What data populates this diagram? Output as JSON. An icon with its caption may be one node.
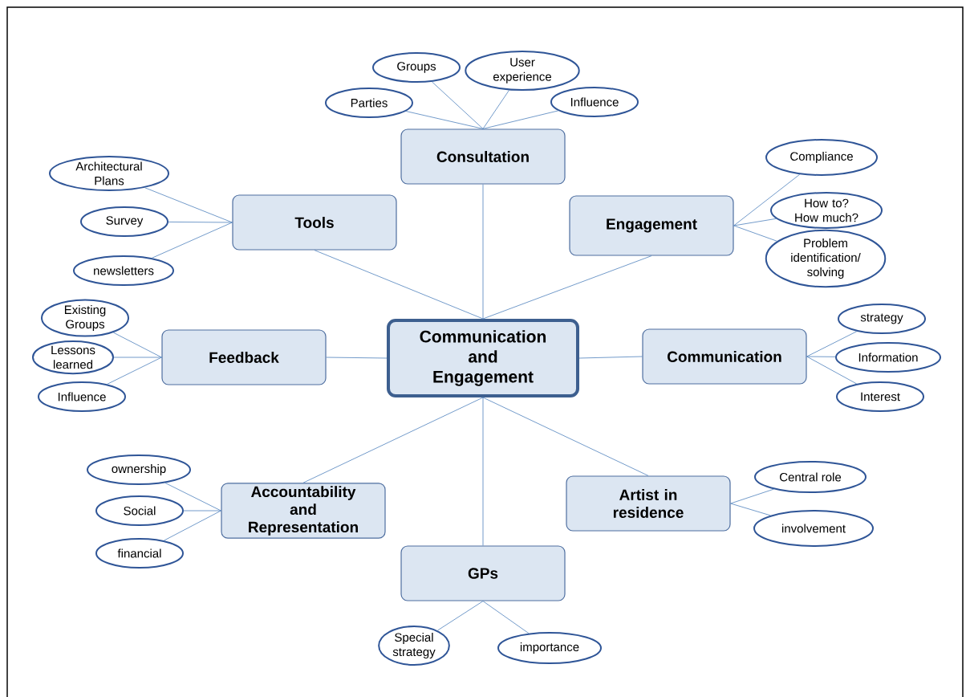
{
  "diagram": {
    "nodes": [
      {
        "text": [
          "Communication and Engagement"
        ]
      },
      {
        "text": [
          "Consultation"
        ]
      },
      {
        "text": [
          "Tools"
        ]
      },
      {
        "text": [
          "Engagement"
        ]
      },
      {
        "text": [
          "Feedback"
        ]
      },
      {
        "text": [
          "Communication"
        ]
      },
      {
        "text": [
          "Accountability and Representation"
        ]
      },
      {
        "text": [
          "Artist in residence"
        ]
      },
      {
        "text": [
          "GPs"
        ]
      },
      {
        "text": [
          "Groups"
        ]
      },
      {
        "text": [
          "User experience"
        ]
      },
      {
        "text": [
          "Parties"
        ]
      },
      {
        "text": [
          "Influence"
        ]
      },
      {
        "text": [
          "Architectural Plans"
        ]
      },
      {
        "text": [
          "Survey"
        ]
      },
      {
        "text": [
          "newsletters"
        ]
      },
      {
        "text": [
          "Compliance"
        ]
      },
      {
        "text": [
          "How to? How much?"
        ]
      },
      {
        "text": [
          "Problem identification/ solving"
        ]
      },
      {
        "text": [
          "Existing Groups"
        ]
      },
      {
        "text": [
          "Lessons learned"
        ]
      },
      {
        "text": [
          "Influence"
        ]
      },
      {
        "text": [
          "strategy"
        ]
      },
      {
        "text": [
          "Information"
        ]
      },
      {
        "text": [
          "Interest"
        ]
      },
      {
        "text": [
          "ownership"
        ]
      },
      {
        "text": [
          "Social"
        ]
      },
      {
        "text": [
          "financial"
        ]
      },
      {
        "text": [
          "Central role"
        ]
      },
      {
        "text": [
          "involvement"
        ]
      },
      {
        "text": [
          "Special strategy"
        ]
      },
      {
        "text": [
          "importance"
        ]
      }
    ],
    "edges": [
      {
        "from": 0,
        "to": 1,
        "arrow": "none"
      },
      {
        "from": 0,
        "to": 2,
        "arrow": "none"
      },
      {
        "from": 0,
        "to": 3,
        "arrow": "none"
      },
      {
        "from": 0,
        "to": 4,
        "arrow": "none"
      },
      {
        "from": 0,
        "to": 5,
        "arrow": "none"
      },
      {
        "from": 0,
        "to": 6,
        "arrow": "none"
      },
      {
        "from": 0,
        "to": 7,
        "arrow": "none"
      },
      {
        "from": 0,
        "to": 8,
        "arrow": "none"
      },
      {
        "from": 1,
        "to": 9,
        "arrow": "none"
      },
      {
        "from": 1,
        "to": 10,
        "arrow": "none"
      },
      {
        "from": 1,
        "to": 11,
        "arrow": "none"
      },
      {
        "from": 1,
        "to": 12,
        "arrow": "none"
      },
      {
        "from": 2,
        "to": 13,
        "arrow": "none"
      },
      {
        "from": 2,
        "to": 14,
        "arrow": "none"
      },
      {
        "from": 2,
        "to": 15,
        "arrow": "none"
      },
      {
        "from": 3,
        "to": 16,
        "arrow": "none"
      },
      {
        "from": 3,
        "to": 17,
        "arrow": "none"
      },
      {
        "from": 3,
        "to": 18,
        "arrow": "none"
      },
      {
        "from": 4,
        "to": 19,
        "arrow": "none"
      },
      {
        "from": 4,
        "to": 20,
        "arrow": "none"
      },
      {
        "from": 4,
        "to": 21,
        "arrow": "none"
      },
      {
        "from": 5,
        "to": 22,
        "arrow": "none"
      },
      {
        "from": 5,
        "to": 23,
        "arrow": "none"
      },
      {
        "from": 5,
        "to": 24,
        "arrow": "none"
      },
      {
        "from": 6,
        "to": 25,
        "arrow": "none"
      },
      {
        "from": 6,
        "to": 26,
        "arrow": "none"
      },
      {
        "from": 6,
        "to": 27,
        "arrow": "none"
      },
      {
        "from": 7,
        "to": 28,
        "arrow": "none"
      },
      {
        "from": 7,
        "to": 29,
        "arrow": "none"
      },
      {
        "from": 8,
        "to": 30,
        "arrow": "none"
      },
      {
        "from": 8,
        "to": 31,
        "arrow": "none"
      }
    ]
  }
}
